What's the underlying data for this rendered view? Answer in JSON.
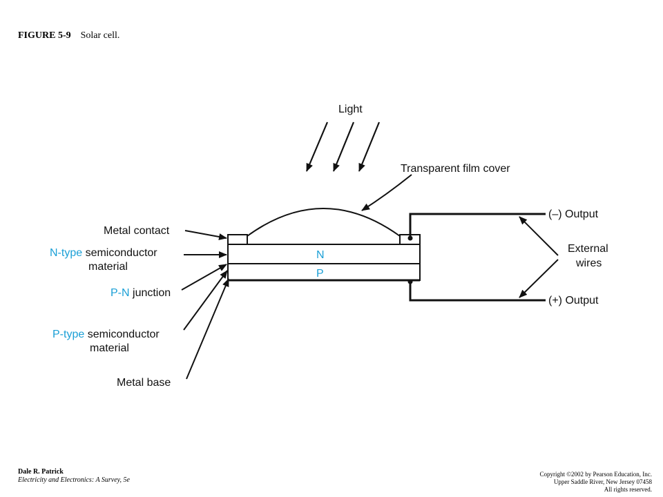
{
  "figure": {
    "number": "FIGURE 5-9",
    "caption": "Solar cell."
  },
  "diagram": {
    "labels": {
      "light": "Light",
      "film_cover": "Transparent film cover",
      "metal_contact": "Metal contact",
      "n_type_word": "N-type",
      "n_type_rest1": " semiconductor",
      "n_type_rest2": "material",
      "pn_word": "P-N",
      "pn_rest": " junction",
      "p_type_word": "P-type",
      "p_type_rest1": " semiconductor",
      "p_type_rest2": "material",
      "metal_base": "Metal base",
      "n_layer": "N",
      "p_layer": "P",
      "output_neg": "(–) Output",
      "output_pos": "(+) Output",
      "external_1": "External",
      "external_2": "wires"
    },
    "colors": {
      "accent": "#1a9fd6",
      "line": "#111111"
    }
  },
  "footer": {
    "author": "Dale R. Patrick",
    "book": "Electricity and Electronics: A Survey, 5e",
    "copyright": "Copyright ©2002 by Pearson Education, Inc.",
    "address": "Upper Saddle River, New Jersey 07458",
    "rights": "All rights reserved."
  }
}
